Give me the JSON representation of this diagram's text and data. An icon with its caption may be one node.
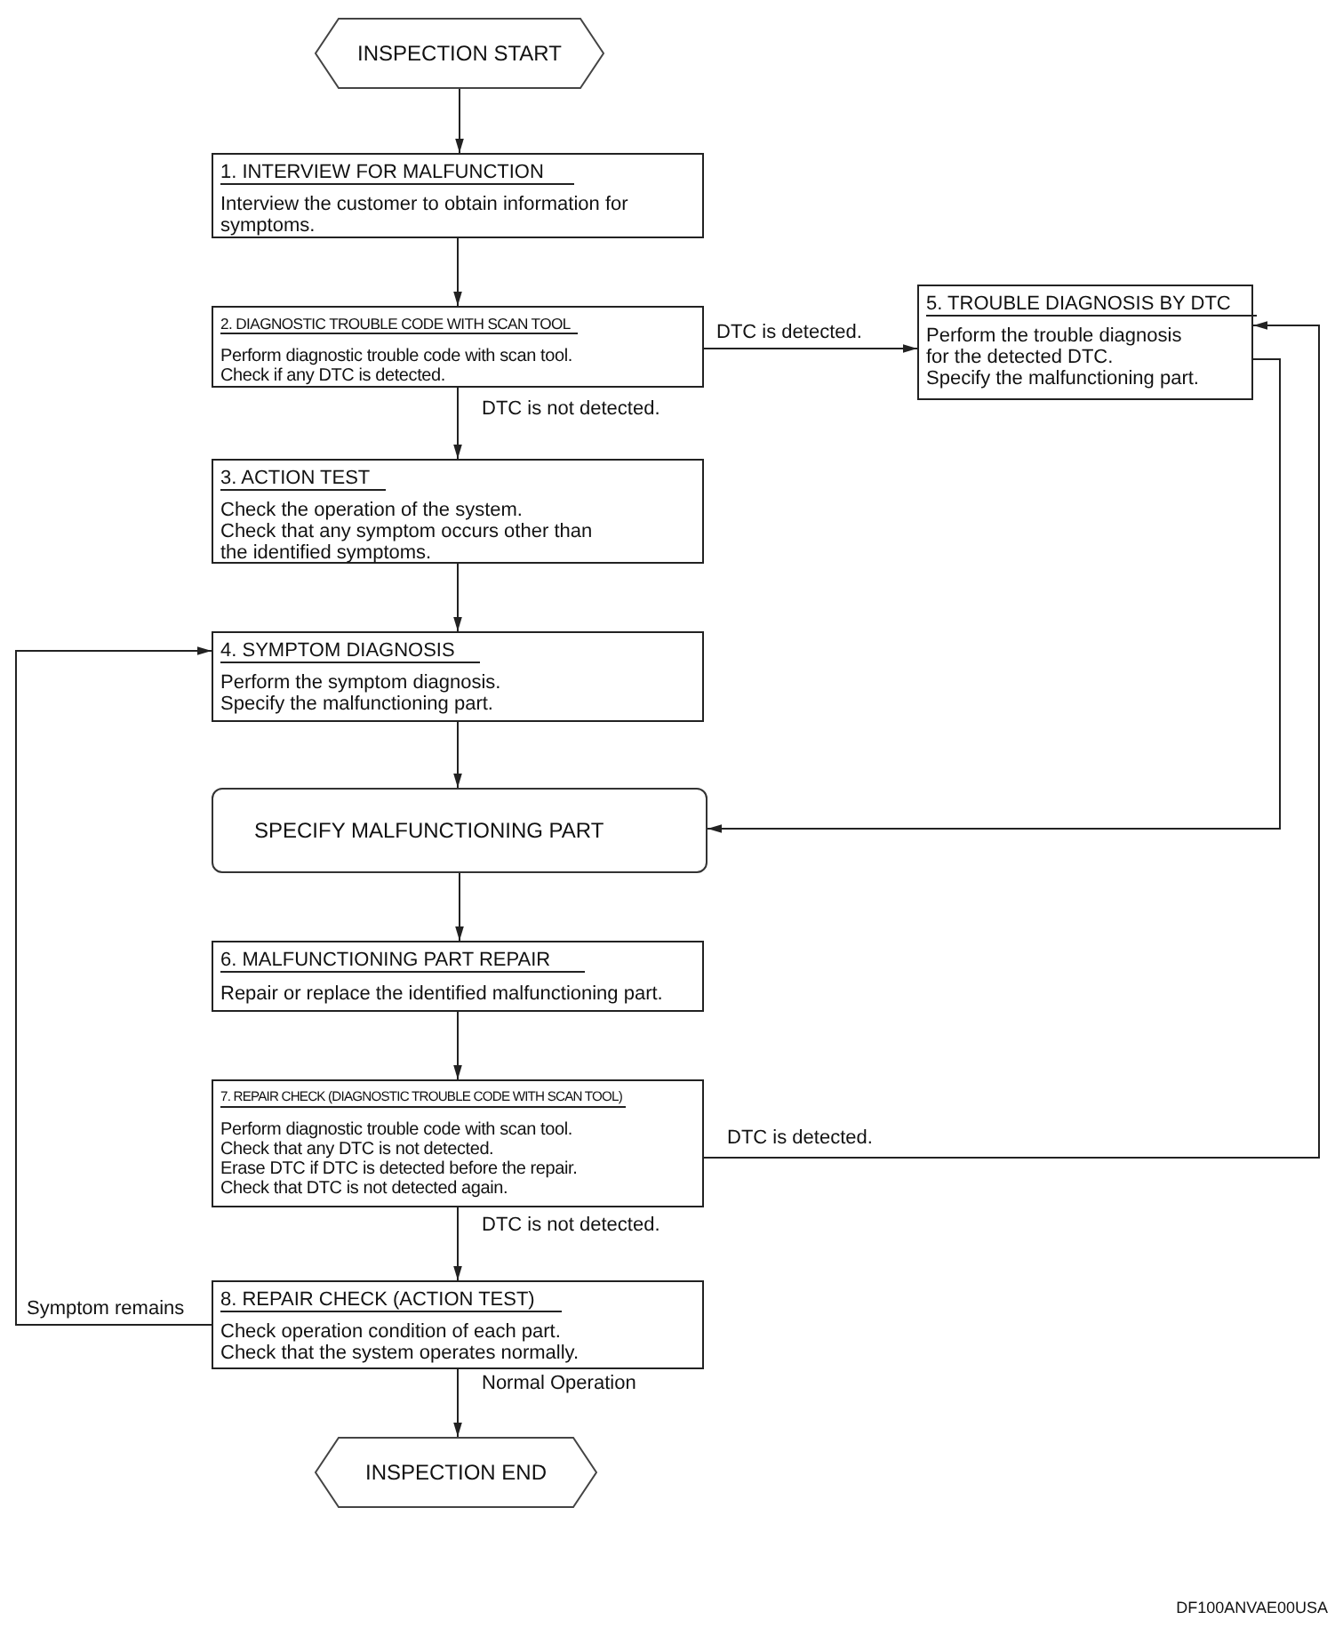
{
  "diagram": {
    "nodes": [
      {
        "text": [
          "INSPECTION START"
        ]
      },
      {
        "text": [
          "1. INTERVIEW FOR MALFUNCTION",
          "Interview the customer to obtain information for symptoms."
        ]
      },
      {
        "text": [
          "2. DIAGNOSTIC TROUBLE CODE WITH SCAN TOOL",
          "Perform diagnostic trouble code with scan tool.",
          "Check if any DTC is detected."
        ]
      },
      {
        "text": [
          "5. TROUBLE DIAGNOSIS BY DTC",
          "Perform the trouble diagnosis for the detected DTC.",
          "Specify the malfunctioning part."
        ]
      },
      {
        "text": [
          "3. ACTION TEST",
          "Check the operation of the system.",
          "Check that any symptom occurs other than the identified symptoms."
        ]
      },
      {
        "text": [
          "4. SYMPTOM DIAGNOSIS",
          "Perform the symptom diagnosis.",
          "Specify the malfunctioning part."
        ]
      },
      {
        "text": [
          "SPECIFY MALFUNCTIONING PART"
        ]
      },
      {
        "text": [
          "6. MALFUNCTIONING PART REPAIR",
          "Repair or replace the identified malfunctioning part."
        ]
      },
      {
        "text": [
          "7. REPAIR CHECK (DIAGNOSTIC TROUBLE CODE WITH SCAN TOOL)",
          "Perform diagnostic trouble code with scan tool.",
          "Check that any DTC is not detected.",
          "Erase DTC if DTC is detected before the repair.",
          "Check that DTC is not detected again."
        ]
      },
      {
        "text": [
          "8. REPAIR CHECK (ACTION TEST)",
          "Check operation condition of each part.",
          "Check that the system operates normally."
        ]
      },
      {
        "text": [
          "INSPECTION END"
        ]
      }
    ],
    "edges": [
      {
        "from": 0,
        "to": 1,
        "arrow": "to"
      },
      {
        "from": 1,
        "to": 2,
        "arrow": "to"
      },
      {
        "from": 2,
        "to": 3,
        "arrow": "to",
        "label": "DTC is detected."
      },
      {
        "from": 2,
        "to": 4,
        "arrow": "to",
        "label": "DTC is not detected."
      },
      {
        "from": 4,
        "to": 5,
        "arrow": "to"
      },
      {
        "from": 5,
        "to": 6,
        "arrow": "to"
      },
      {
        "from": 3,
        "to": 6,
        "arrow": "to"
      },
      {
        "from": 6,
        "to": 7,
        "arrow": "to"
      },
      {
        "from": 7,
        "to": 8,
        "arrow": "to"
      },
      {
        "from": 8,
        "to": 3,
        "arrow": "to",
        "label": "DTC is detected."
      },
      {
        "from": 8,
        "to": 9,
        "arrow": "to",
        "label": "DTC is not detected."
      },
      {
        "from": 9,
        "to": 5,
        "arrow": "to",
        "label": "Symptom remains"
      },
      {
        "from": 9,
        "to": 10,
        "arrow": "to",
        "label": "Normal Operation"
      }
    ],
    "labels": [
      "DF100ANVAE00USA"
    ]
  }
}
